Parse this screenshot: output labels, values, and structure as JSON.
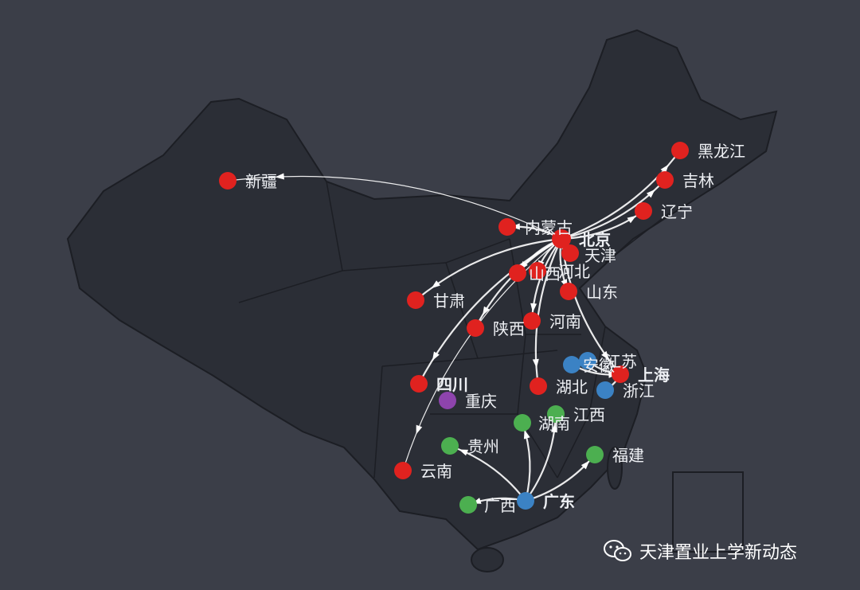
{
  "colors": {
    "background": "#3b3e48",
    "land": "#2b2e36",
    "border": "#1c1e24",
    "red": "#e0221f",
    "blue": "#3b82c4",
    "green": "#4caf50",
    "purple": "#8e44ad",
    "route": "#ffffff"
  },
  "provinces": [
    {
      "name": "新疆",
      "group": "red"
    },
    {
      "name": "黑龙江",
      "group": "red"
    },
    {
      "name": "吉林",
      "group": "red"
    },
    {
      "name": "辽宁",
      "group": "red"
    },
    {
      "name": "内蒙古",
      "group": "red"
    },
    {
      "name": "北京",
      "group": "red"
    },
    {
      "name": "天津",
      "group": "red"
    },
    {
      "name": "山西",
      "group": "red"
    },
    {
      "name": "河北",
      "group": "red"
    },
    {
      "name": "山东",
      "group": "red"
    },
    {
      "name": "甘肃",
      "group": "red"
    },
    {
      "name": "陕西",
      "group": "red"
    },
    {
      "name": "河南",
      "group": "red"
    },
    {
      "name": "四川",
      "group": "red"
    },
    {
      "name": "重庆",
      "group": "purple"
    },
    {
      "name": "湖北",
      "group": "red"
    },
    {
      "name": "安徽",
      "group": "blue"
    },
    {
      "name": "江苏",
      "group": "blue"
    },
    {
      "name": "上海",
      "group": "red"
    },
    {
      "name": "浙江",
      "group": "blue"
    },
    {
      "name": "湖南",
      "group": "green"
    },
    {
      "name": "江西",
      "group": "green"
    },
    {
      "name": "贵州",
      "group": "green"
    },
    {
      "name": "福建",
      "group": "green"
    },
    {
      "name": "云南",
      "group": "red"
    },
    {
      "name": "广西",
      "group": "green"
    },
    {
      "name": "广东",
      "group": "blue"
    }
  ],
  "routes": [
    {
      "from": "北京",
      "to": "新疆"
    },
    {
      "from": "北京",
      "to": "黑龙江"
    },
    {
      "from": "北京",
      "to": "吉林"
    },
    {
      "from": "北京",
      "to": "辽宁"
    },
    {
      "from": "北京",
      "to": "内蒙古"
    },
    {
      "from": "北京",
      "to": "甘肃"
    },
    {
      "from": "北京",
      "to": "陕西"
    },
    {
      "from": "北京",
      "to": "四川"
    },
    {
      "from": "北京",
      "to": "云南"
    },
    {
      "from": "北京",
      "to": "河南"
    },
    {
      "from": "北京",
      "to": "湖北"
    },
    {
      "from": "北京",
      "to": "山西"
    },
    {
      "from": "北京",
      "to": "河北"
    },
    {
      "from": "北京",
      "to": "山东"
    },
    {
      "from": "北京",
      "to": "上海"
    },
    {
      "from": "安徽",
      "to": "上海"
    },
    {
      "from": "江苏",
      "to": "上海"
    },
    {
      "from": "浙江",
      "to": "上海"
    },
    {
      "from": "广东",
      "to": "湖南"
    },
    {
      "from": "广东",
      "to": "江西"
    },
    {
      "from": "广东",
      "to": "贵州"
    },
    {
      "from": "广东",
      "to": "福建"
    },
    {
      "from": "广东",
      "to": "广西"
    }
  ],
  "footer": {
    "icon": "wechat-icon",
    "text": "天津置业上学新动态"
  }
}
